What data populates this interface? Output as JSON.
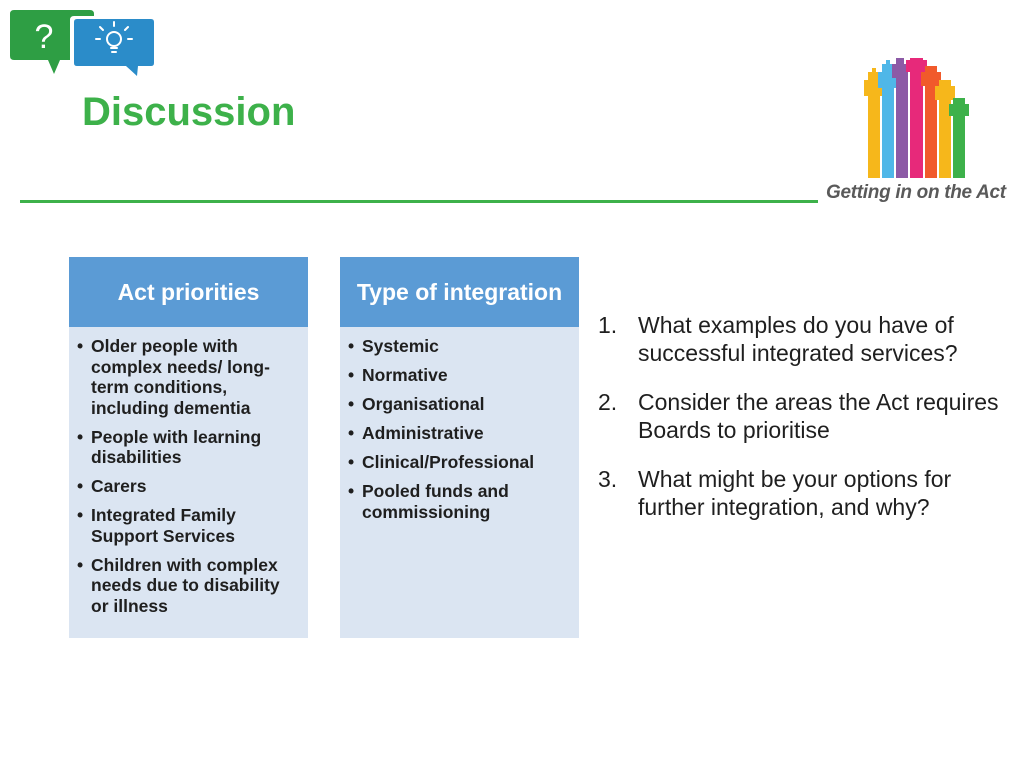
{
  "title": "Discussion",
  "logo": {
    "text": "Getting in on the Act"
  },
  "panels": [
    {
      "heading": "Act priorities",
      "items": [
        "Older people with complex needs/ long-term conditions, including dementia",
        "People with learning disabilities",
        "Carers",
        "Integrated Family Support Services",
        "Children with complex needs due to disability or illness"
      ]
    },
    {
      "heading": "Type of integration",
      "items": [
        "Systemic",
        "Normative",
        "Organisational",
        "Administrative",
        "Clinical/Professional",
        "Pooled funds and commissioning"
      ]
    }
  ],
  "questions": [
    {
      "number": "1.",
      "text": "What examples do you have of successful integrated services?"
    },
    {
      "number": "2.",
      "text": "Consider the areas the Act requires Boards to prioritise"
    },
    {
      "number": "3.",
      "text": "What might be your options for further integration, and why?"
    }
  ],
  "colors": {
    "accent_green": "#3db14a",
    "panel_header": "#5b9bd5",
    "panel_body": "#dbe5f2",
    "bubble_green": "#2e9e44",
    "bubble_blue": "#2b8cc9"
  },
  "icons": [
    "question-bubble-icon",
    "lightbulb-bubble-icon",
    "raised-hands-logo-icon"
  ]
}
